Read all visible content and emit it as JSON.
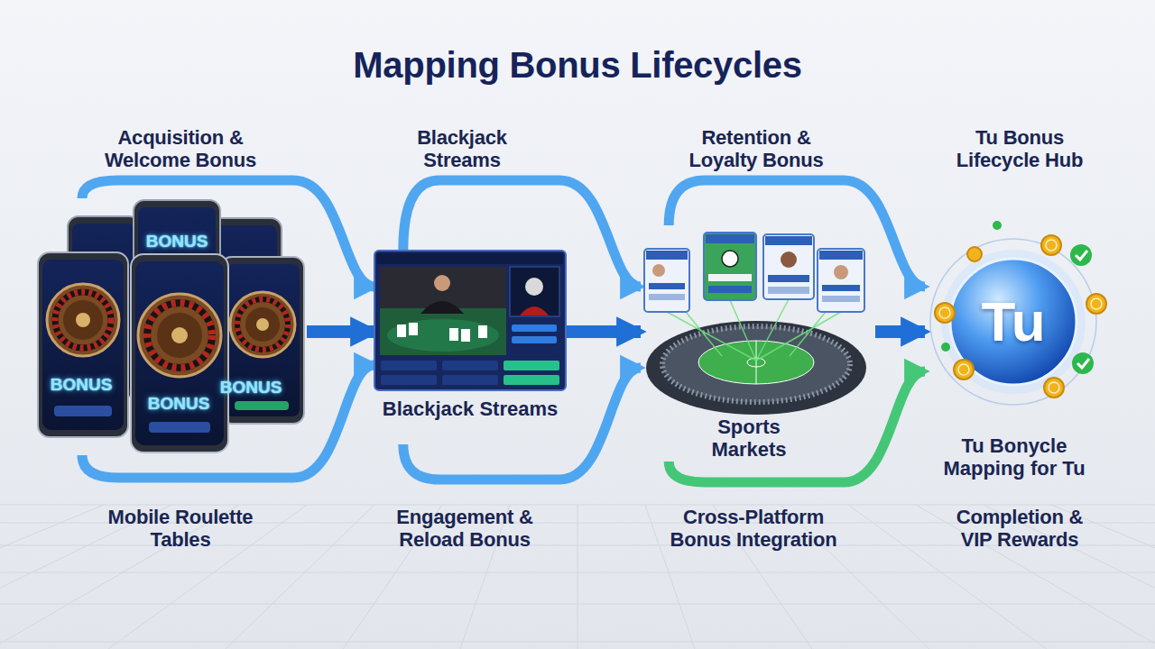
{
  "diagram": {
    "title": "Mapping Bonus Lifecycles",
    "nodes": [
      {
        "text": [
          "BONUS",
          "BONUS",
          "BONUS",
          "BONUS"
        ]
      },
      {
        "text": [
          "Blackjack Streams"
        ]
      },
      {
        "text": [
          "Sports Markets"
        ]
      },
      {
        "text": [
          "Tu",
          "Tu Bonycle Mapping for Tu"
        ]
      }
    ],
    "edges": [
      {
        "from": 0,
        "to": 1,
        "arrow": "to"
      },
      {
        "from": 0,
        "to": 1,
        "arrow": "to"
      },
      {
        "from": 0,
        "to": 1,
        "arrow": "to"
      },
      {
        "from": 1,
        "to": 2,
        "arrow": "to"
      },
      {
        "from": 1,
        "to": 2,
        "arrow": "to"
      },
      {
        "from": 1,
        "to": 2,
        "arrow": "to"
      },
      {
        "from": 2,
        "to": 3,
        "arrow": "to"
      },
      {
        "from": 2,
        "to": 3,
        "arrow": "to"
      },
      {
        "from": 2,
        "to": 3,
        "arrow": "to"
      }
    ],
    "labels": [
      "Acquisition & Welcome Bonus",
      "Blackjack Streams",
      "Retention & Loyalty Bonus",
      "Tu Bonus Lifecycle Hub",
      "Mobile Roulette Tables",
      "Engagement & Reload Bonus",
      "Cross-Platform Bonus Integration",
      "Completion & VIP Rewards"
    ]
  }
}
